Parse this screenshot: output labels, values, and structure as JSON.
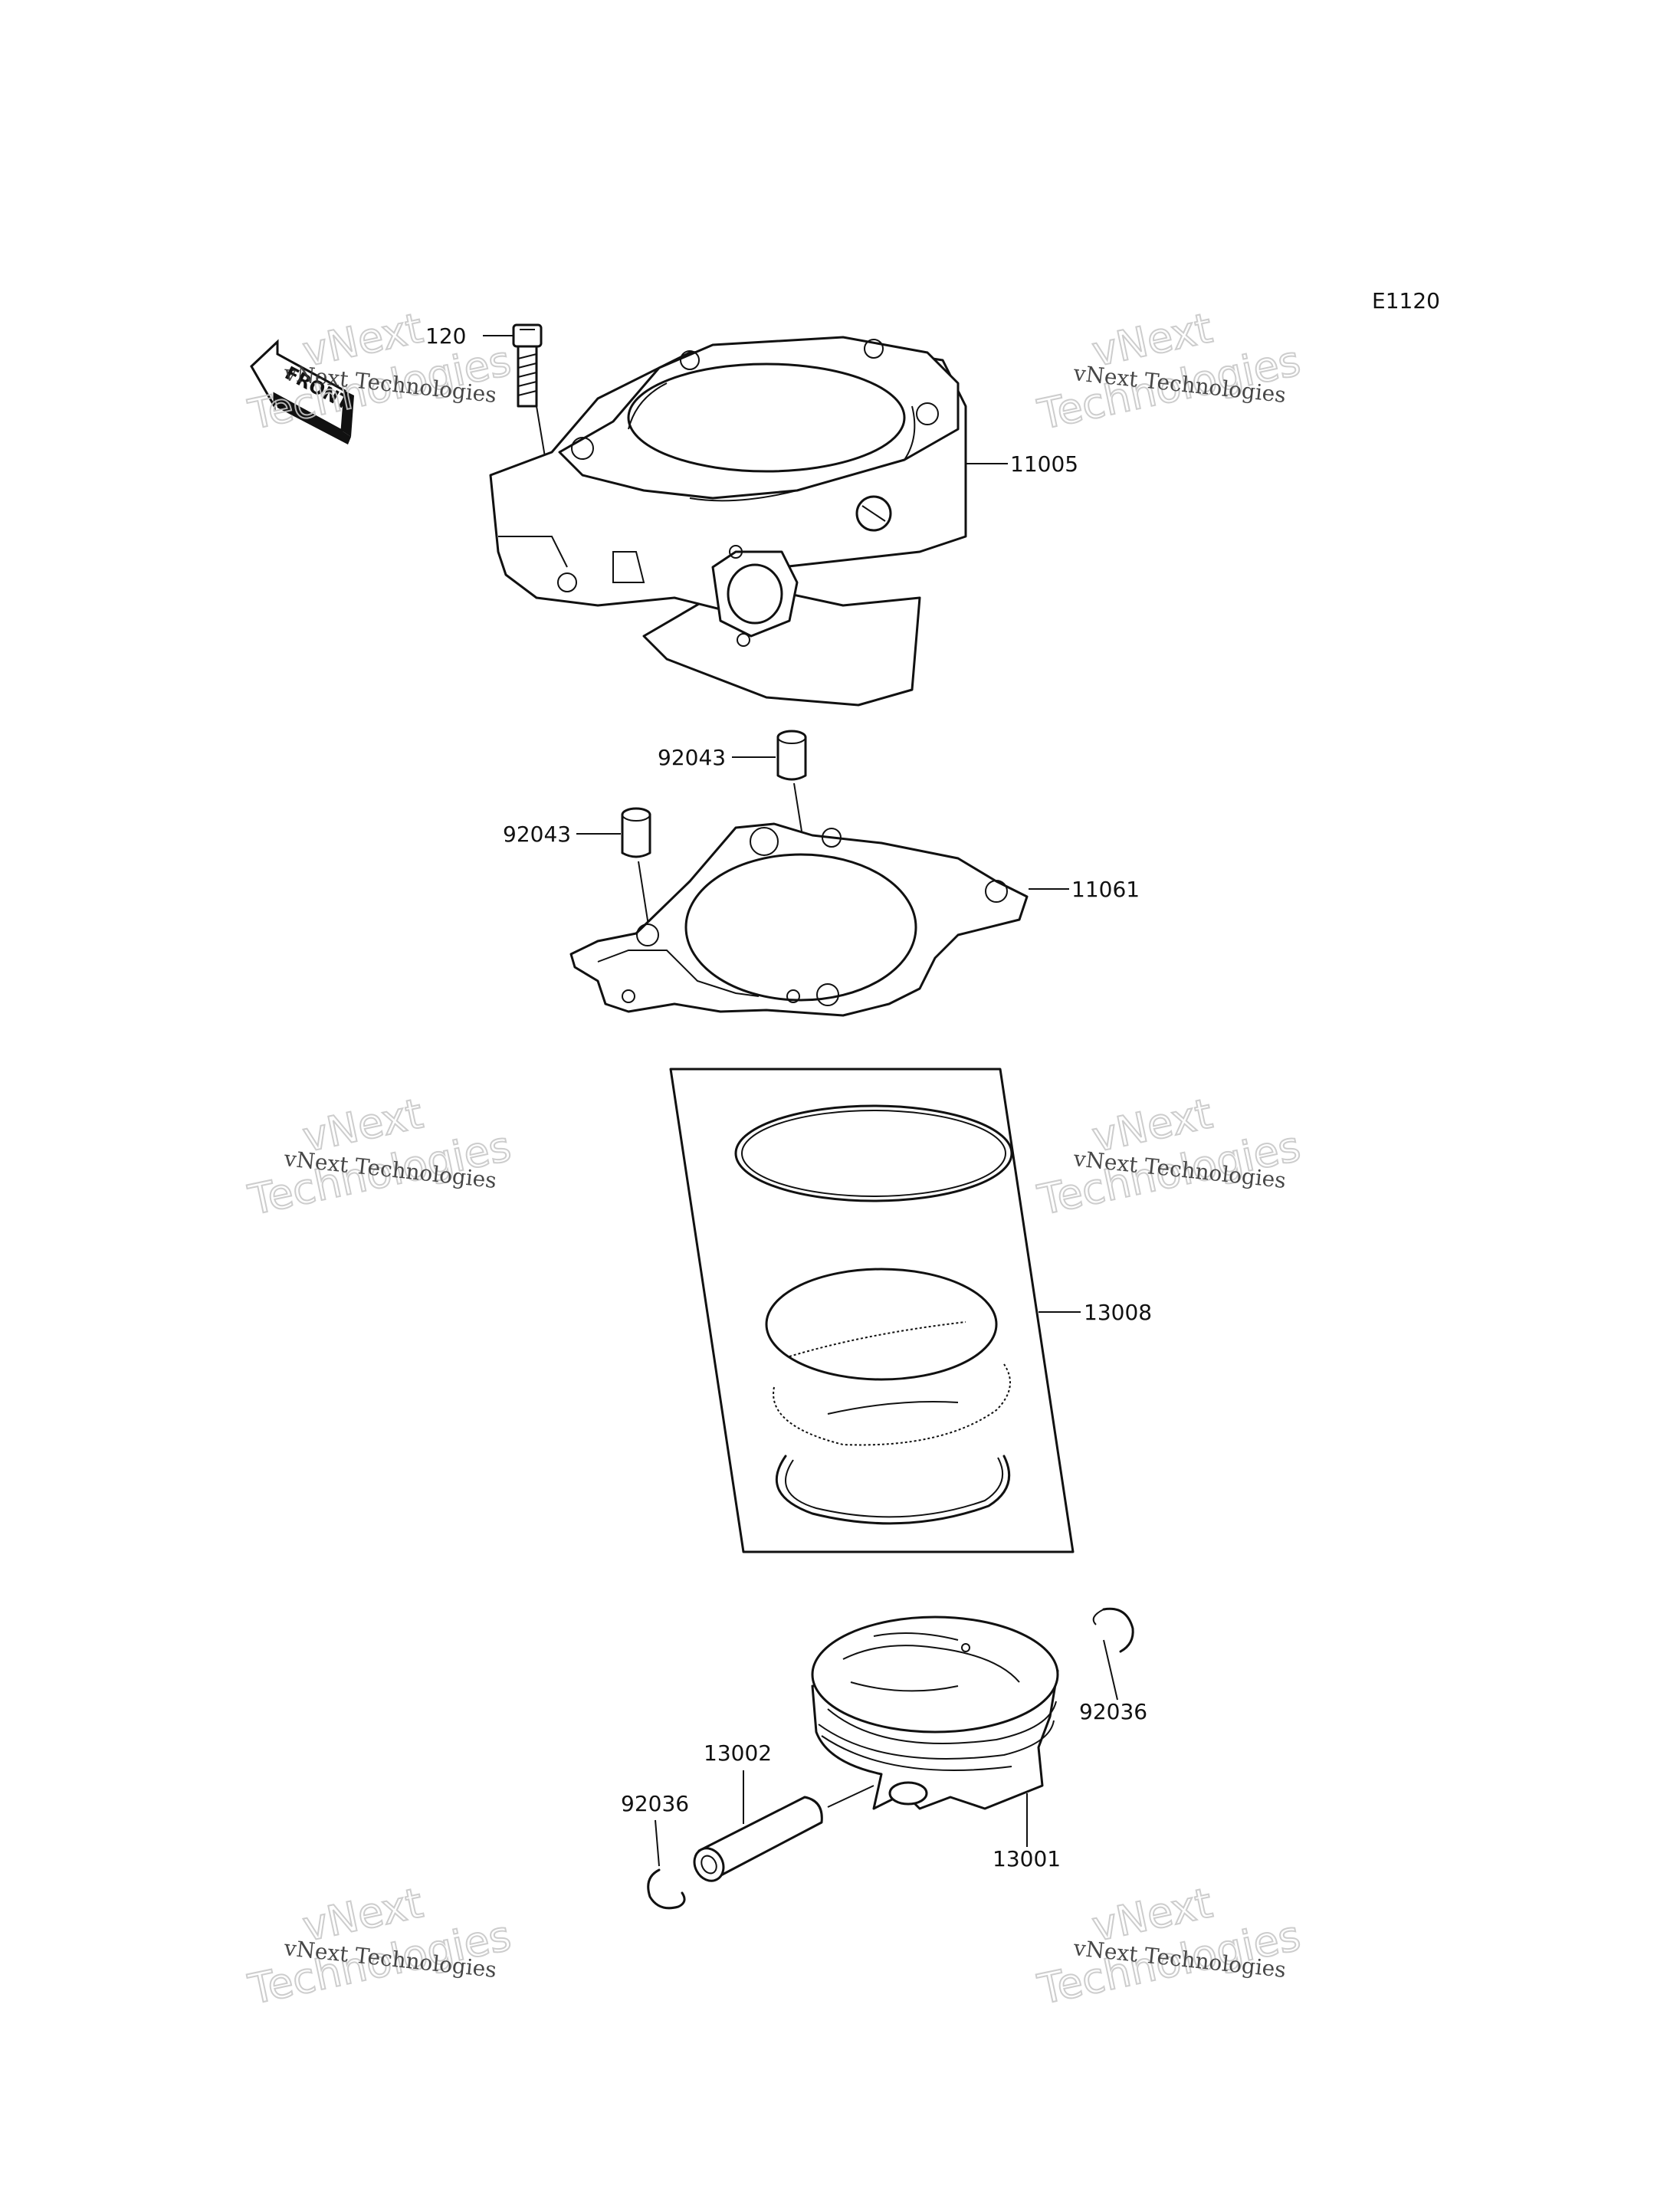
{
  "diagram": {
    "code": "E1120",
    "front_label": "FRONT",
    "parts": [
      {
        "id": "p120",
        "number": "120"
      },
      {
        "id": "p11005",
        "number": "11005"
      },
      {
        "id": "p92043a",
        "number": "92043"
      },
      {
        "id": "p92043b",
        "number": "92043"
      },
      {
        "id": "p11061",
        "number": "11061"
      },
      {
        "id": "p13008",
        "number": "13008"
      },
      {
        "id": "p92036a",
        "number": "92036"
      },
      {
        "id": "p13002",
        "number": "13002"
      },
      {
        "id": "p92036b",
        "number": "92036"
      },
      {
        "id": "p13001",
        "number": "13001"
      }
    ]
  },
  "watermark": {
    "line1": "vNext",
    "line2": "Technologies",
    "small": "vNext Technologies"
  }
}
